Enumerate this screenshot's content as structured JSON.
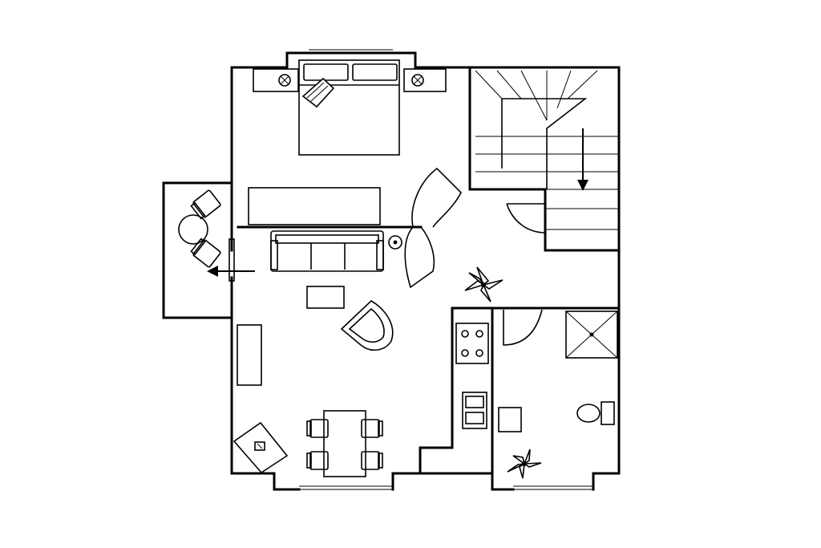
{
  "plan": {
    "background": "#ffffff",
    "line_color": "#000000"
  },
  "rooms": [
    {
      "name": "bedroom"
    },
    {
      "name": "living-room"
    },
    {
      "name": "dining-area"
    },
    {
      "name": "kitchen"
    },
    {
      "name": "stairwell"
    },
    {
      "name": "hallway"
    },
    {
      "name": "bathroom"
    },
    {
      "name": "balcony"
    }
  ],
  "icons": {
    "exit_arrow": "arrow-left-icon",
    "stairs_arrow": "arrow-down-icon",
    "plant": "plant-icon",
    "lamp": "lamp-icon",
    "stove": "stove-icon",
    "sink": "sink-icon",
    "toilet": "toilet-icon",
    "shower": "shower-icon"
  }
}
